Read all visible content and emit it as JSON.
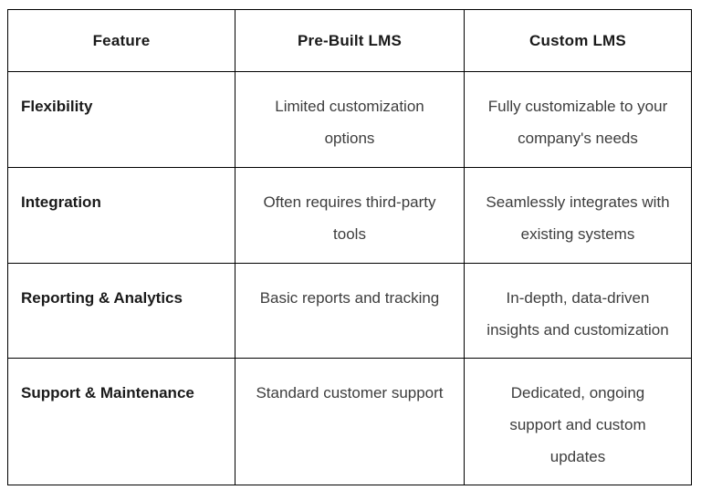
{
  "table": {
    "headers": {
      "feature": "Feature",
      "prebuilt": "Pre-Built LMS",
      "custom": "Custom LMS"
    },
    "rows": [
      {
        "feature": "Flexibility",
        "prebuilt": "Limited customization\noptions",
        "custom": "Fully customizable to your\ncompany's needs"
      },
      {
        "feature": "Integration",
        "prebuilt": "Often requires third-party\ntools",
        "custom": "Seamlessly integrates with\nexisting systems"
      },
      {
        "feature": "Reporting & Analytics",
        "prebuilt": "Basic reports and tracking",
        "custom": "In-depth, data-driven\ninsights and customization"
      },
      {
        "feature": "Support & Maintenance",
        "prebuilt": "Standard customer support",
        "custom": "Dedicated, ongoing\nsupport and custom\nupdates"
      }
    ]
  },
  "chart_data": {
    "type": "table",
    "title": "",
    "columns": [
      "Feature",
      "Pre-Built LMS",
      "Custom LMS"
    ],
    "rows": [
      [
        "Flexibility",
        "Limited customization options",
        "Fully customizable to your company's needs"
      ],
      [
        "Integration",
        "Often requires third-party tools",
        "Seamlessly integrates with existing systems"
      ],
      [
        "Reporting & Analytics",
        "Basic reports and tracking",
        "In-depth, data-driven insights and customization"
      ],
      [
        "Support & Maintenance",
        "Standard customer support",
        "Dedicated, ongoing support and custom updates"
      ]
    ]
  },
  "colors": {
    "background": "#ffffff",
    "border": "#000000",
    "header_text": "#1a1a1a",
    "body_text": "#3d3d3d"
  }
}
